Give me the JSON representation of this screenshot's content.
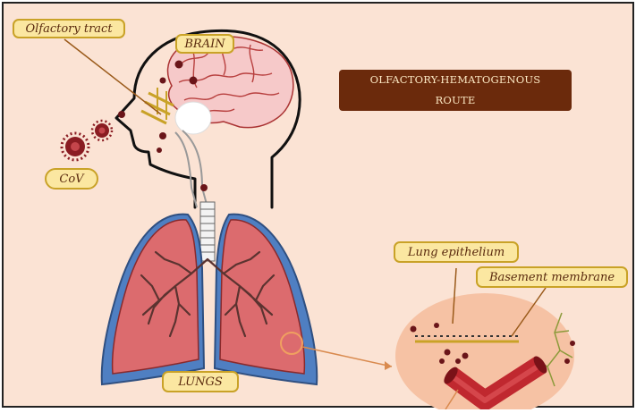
{
  "labels": {
    "olfactory_tract": "Olfactory tract",
    "brain": "BRAIN",
    "cov": "CoV",
    "lungs": "LUNGS",
    "lung_epithelium": "Lung epithelium",
    "basement_membrane": "Basement membrane"
  },
  "route_title": {
    "line1": "OLFACTORY-HEMATOGENOUS",
    "line2": "ROUTE"
  },
  "icons": [
    "coronavirus-icon",
    "brain-icon",
    "lungs-icon",
    "blood-vessel-icon"
  ],
  "colors": {
    "background": "#fbe3d4",
    "label_fill": "#fbe7a1",
    "label_border": "#c9a227",
    "banner": "#6b2a0c",
    "lung_fill": "#dc6b6e",
    "pleura": "#4f7fc2",
    "vessel": "#c0282f",
    "brain": "#f4c2c2"
  }
}
